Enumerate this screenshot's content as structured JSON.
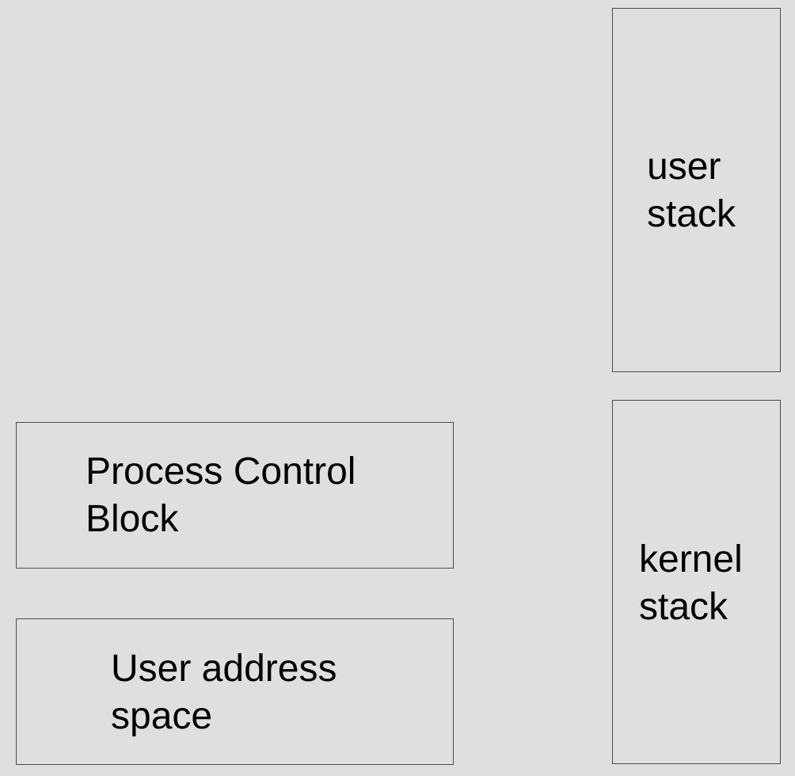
{
  "diagram": {
    "user_stack": {
      "line1": "user",
      "line2": "stack"
    },
    "kernel_stack": {
      "line1": "kernel",
      "line2": "stack"
    },
    "process_control_block": {
      "line1": "Process Control",
      "line2": "Block"
    },
    "user_address_space": {
      "line1": "User address",
      "line2": "space"
    }
  },
  "colors": {
    "background": "#dfdfdf",
    "border": "#4a4a4a",
    "text": "#000000"
  }
}
